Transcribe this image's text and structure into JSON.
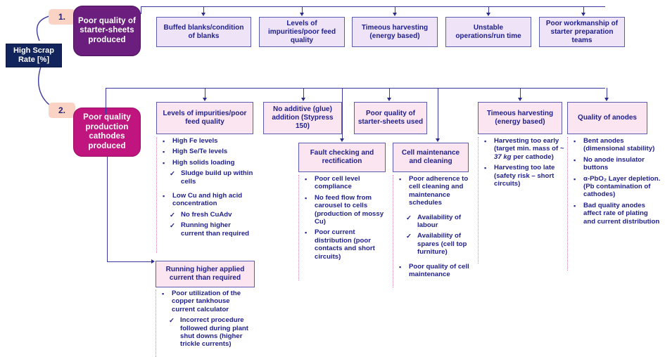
{
  "diagram": {
    "title": "High Scrap Rate root cause tree",
    "root": {
      "label": "High Scrap Rate [%]"
    },
    "colors": {
      "root_box": "#12245C",
      "branch1": "#6B1E7E",
      "branch2": "#C0157E",
      "badge": "#FAD3C4",
      "category_box": "#F6E4F2",
      "box_border": "#5b5bb0",
      "connector": "#3A3A9E",
      "dotted_divider": "#E87FB0",
      "text": "#1f1f8c"
    },
    "branches": [
      {
        "number": "1.",
        "label": "Poor quality of starter-sheets produced",
        "categories": [
          {
            "title": "Buffed blanks/condition of blanks",
            "items": []
          },
          {
            "title": "Levels of impurities/poor feed quality",
            "items": []
          },
          {
            "title": "Timeous harvesting (energy based)",
            "items": []
          },
          {
            "title": "Unstable operations/run time",
            "items": []
          },
          {
            "title": "Poor workmanship of starter preparation teams",
            "items": []
          }
        ]
      },
      {
        "number": "2.",
        "label": "Poor quality production cathodes produced",
        "categories": [
          {
            "title": "Levels of impurities/poor feed quality",
            "items": [
              {
                "marker": "square",
                "text": "High Fe levels"
              },
              {
                "marker": "square",
                "text": "High Se/Te levels"
              },
              {
                "marker": "square",
                "text": "High solids loading"
              },
              {
                "marker": "check",
                "text": "Sludge build up within cells"
              },
              {
                "marker": "square",
                "text": "Low Cu and high acid concentration",
                "gap": true
              },
              {
                "marker": "check",
                "text": "No fresh CuAdv"
              },
              {
                "marker": "check",
                "text": "Running higher current than required"
              }
            ]
          },
          {
            "title": "No additive (glue) addition (Stypress 150)",
            "items": []
          },
          {
            "title": "Poor quality of starter-sheets used",
            "items": []
          },
          {
            "title": "Timeous harvesting (energy based)",
            "items": [
              {
                "marker": "square",
                "text": "Harvesting too early (target min. mass of ~ 37 kg per cathode)",
                "emphasis": "~ 37 kg"
              },
              {
                "marker": "square",
                "text": "Harvesting too late (safety risk – short circuits)"
              }
            ]
          },
          {
            "title": "Quality of anodes",
            "items": [
              {
                "marker": "square",
                "text": "Bent anodes (dimensional stability)"
              },
              {
                "marker": "square",
                "text": "No anode insulator buttons"
              },
              {
                "marker": "square",
                "text": "α-PbO₂ Layer depletion. (Pb contamination of cathodes)"
              },
              {
                "marker": "square",
                "text": "Bad quality anodes affect rate of plating and current distribution"
              }
            ]
          }
        ],
        "sub_categories": [
          {
            "title": "Fault checking and rectification",
            "items": [
              {
                "marker": "square",
                "text": "Poor cell level compliance"
              },
              {
                "marker": "square",
                "text": "No feed flow from carousel to cells (production of mossy Cu)"
              },
              {
                "marker": "square",
                "text": "Poor current distribution (poor contacts and short circuits)"
              }
            ]
          },
          {
            "title": "Cell maintenance and cleaning",
            "items": [
              {
                "marker": "square",
                "text": "Poor adherence to cell cleaning and maintenance schedules"
              },
              {
                "marker": "check",
                "text": "Availability of labour",
                "gap": true
              },
              {
                "marker": "check",
                "text": "Availability of spares (cell top furniture)"
              },
              {
                "marker": "square",
                "text": "Poor quality of cell maintenance",
                "gap": true
              }
            ]
          },
          {
            "title": "Running higher applied current than required",
            "items": [
              {
                "marker": "square",
                "text": "Poor utilization of the copper tankhouse current calculator"
              },
              {
                "marker": "check",
                "text": "Incorrect procedure followed during plant shut downs (higher trickle currents)"
              }
            ]
          }
        ]
      }
    ]
  }
}
